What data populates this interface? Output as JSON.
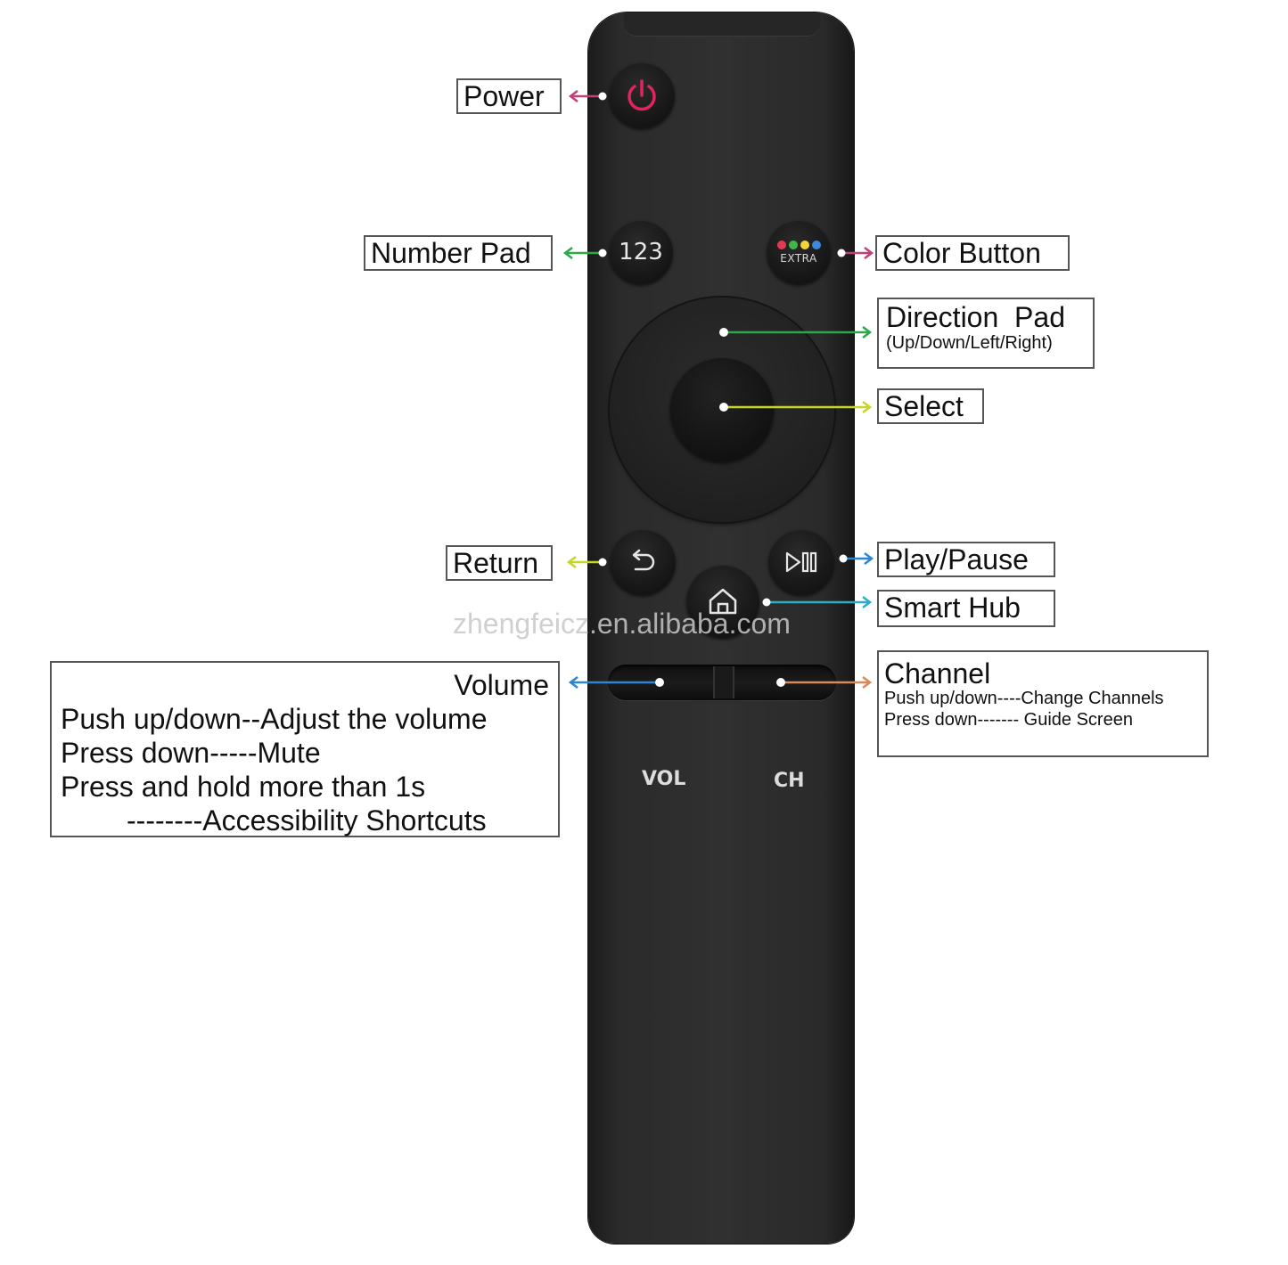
{
  "colors": {
    "power_icon": "#e0245e",
    "magenta_arrow": "#c2407a",
    "green_arrow": "#2aa84a",
    "yellow_arrow": "#c7d42a",
    "blue_arrow": "#2a86d4",
    "cyan_arrow": "#2aaec8",
    "orange_arrow": "#d88a5a",
    "extra_dots": [
      "#e33b4f",
      "#3fb54a",
      "#f2d43a",
      "#3f86dd"
    ]
  },
  "remote": {
    "number_button": "123",
    "extra_button": "EXTRA",
    "vol_label": "VOL",
    "ch_label": "CH"
  },
  "watermark": "zhengfeicz.en.alibaba.com",
  "callouts": {
    "power": "Power",
    "number_pad": "Number Pad",
    "color_button": "Color Button",
    "direction_pad": "Direction  Pad",
    "direction_pad_sub": "(Up/Down/Left/Right)",
    "select": "Select",
    "return": "Return",
    "play_pause": "Play/Pause",
    "smart_hub": "Smart Hub",
    "channel": "Channel",
    "channel_line1": "Push up/down----Change Channels",
    "channel_line2": "Press down------- Guide Screen",
    "volume": "Volume",
    "volume_line1": "Push up/down--Adjust the volume",
    "volume_line2": "Press down-----Mute",
    "volume_line3": "Press and hold more than 1s",
    "volume_line4": "--------Accessibility Shortcuts"
  }
}
